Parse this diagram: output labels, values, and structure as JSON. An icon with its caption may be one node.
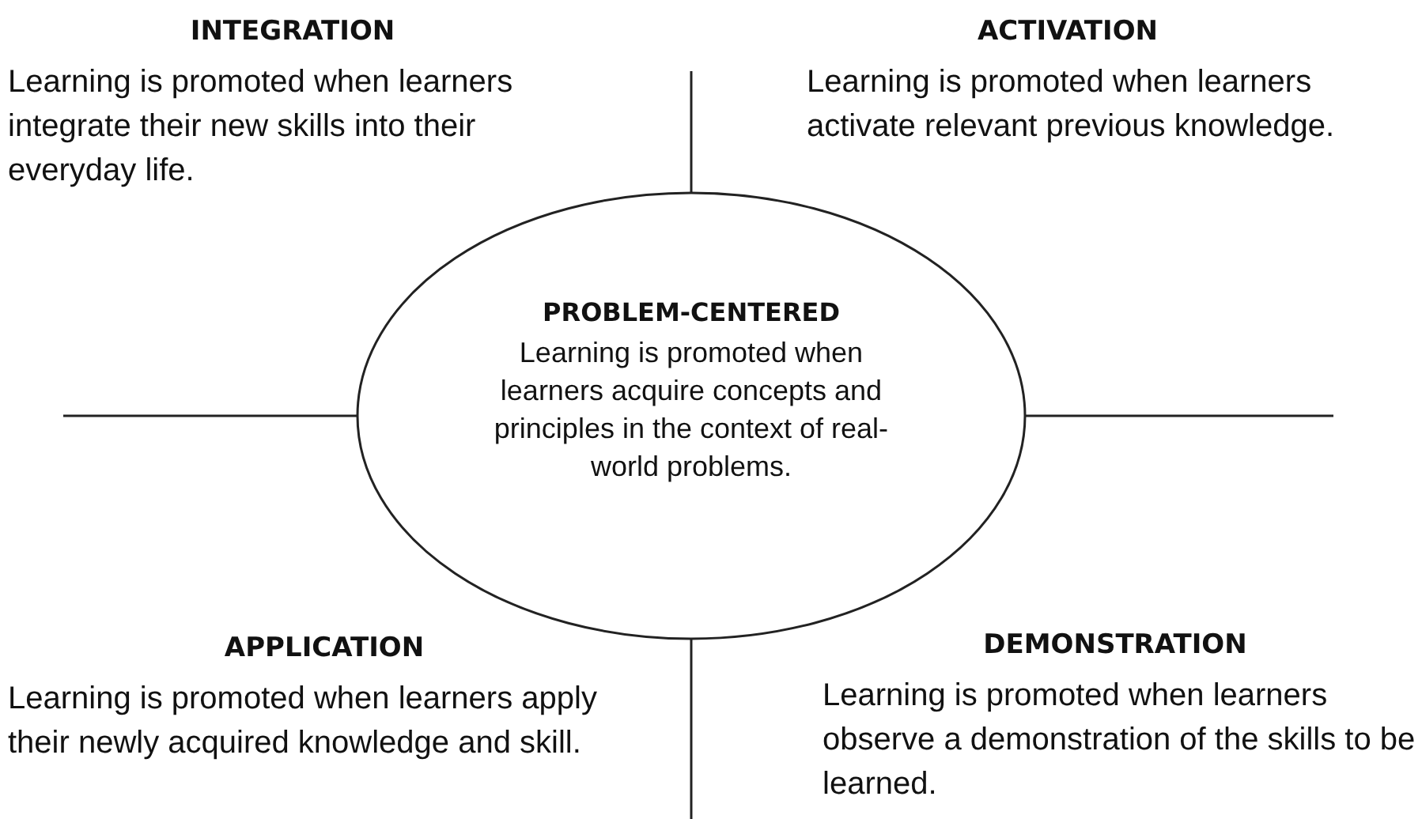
{
  "diagram": {
    "nodes": [
      {
        "text": [
          "PROBLEM-CENTERED",
          "Learning is promoted when learners acquire concepts and principles in the context of real-world problems."
        ]
      }
    ],
    "labels": [
      "INTEGRATION",
      "Learning is promoted when learners integrate their new skills into their everyday life.",
      "ACTIVATION",
      "Learning is promoted when learners activate relevant previous knowledge.",
      "APPLICATION",
      "Learning is promoted when learners apply their newly acquired knowledge and skill.",
      "DEMONSTRATION",
      "Learning is promoted when learners observe a demonstration of the skills to be learned."
    ]
  }
}
